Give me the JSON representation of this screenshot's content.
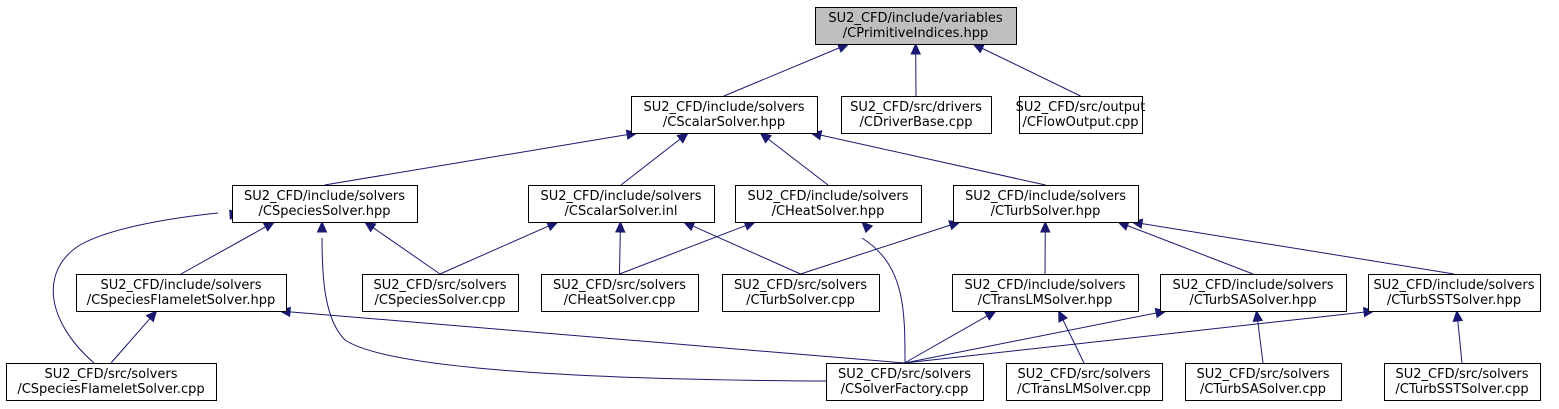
{
  "colors": {
    "edge": "#191970",
    "root_fill": "#bfbfbf",
    "node_fill": "#ffffff",
    "node_border": "#000000"
  },
  "nodes": [
    {
      "id": "n0",
      "root": true,
      "lines": [
        "SU2_CFD/include/variables",
        "/CPrimitiveIndices.hpp"
      ]
    },
    {
      "id": "n1",
      "lines": [
        "SU2_CFD/include/solvers",
        "/CScalarSolver.hpp"
      ]
    },
    {
      "id": "n2",
      "lines": [
        "SU2_CFD/src/drivers",
        "/CDriverBase.cpp"
      ]
    },
    {
      "id": "n3",
      "lines": [
        "SU2_CFD/src/output",
        "/CFlowOutput.cpp"
      ]
    },
    {
      "id": "n4",
      "lines": [
        "SU2_CFD/include/solvers",
        "/CSpeciesSolver.hpp"
      ]
    },
    {
      "id": "n5",
      "lines": [
        "SU2_CFD/include/solvers",
        "/CScalarSolver.inl"
      ]
    },
    {
      "id": "n6",
      "lines": [
        "SU2_CFD/include/solvers",
        "/CHeatSolver.hpp"
      ]
    },
    {
      "id": "n7",
      "lines": [
        "SU2_CFD/include/solvers",
        "/CTurbSolver.hpp"
      ]
    },
    {
      "id": "n8",
      "lines": [
        "SU2_CFD/include/solvers",
        "/CSpeciesFlameletSolver.hpp"
      ]
    },
    {
      "id": "n9",
      "lines": [
        "SU2_CFD/src/solvers",
        "/CSpeciesSolver.cpp"
      ]
    },
    {
      "id": "n10",
      "lines": [
        "SU2_CFD/src/solvers",
        "/CHeatSolver.cpp"
      ]
    },
    {
      "id": "n11",
      "lines": [
        "SU2_CFD/src/solvers",
        "/CTurbSolver.cpp"
      ]
    },
    {
      "id": "n12",
      "lines": [
        "SU2_CFD/include/solvers",
        "/CTransLMSolver.hpp"
      ]
    },
    {
      "id": "n13",
      "lines": [
        "SU2_CFD/include/solvers",
        "/CTurbSASolver.hpp"
      ]
    },
    {
      "id": "n14",
      "lines": [
        "SU2_CFD/include/solvers",
        "/CTurbSSTSolver.hpp"
      ]
    },
    {
      "id": "n15",
      "lines": [
        "SU2_CFD/src/solvers",
        "/CSpeciesFlameletSolver.cpp"
      ]
    },
    {
      "id": "n16",
      "lines": [
        "SU2_CFD/src/solvers",
        "/CSolverFactory.cpp"
      ]
    },
    {
      "id": "n17",
      "lines": [
        "SU2_CFD/src/solvers",
        "/CTransLMSolver.cpp"
      ]
    },
    {
      "id": "n18",
      "lines": [
        "SU2_CFD/src/solvers",
        "/CTurbSASolver.cpp"
      ]
    },
    {
      "id": "n19",
      "lines": [
        "SU2_CFD/src/solvers",
        "/CTurbSSTSolver.cpp"
      ]
    }
  ],
  "edges": [
    {
      "from": "n0",
      "to": "n1"
    },
    {
      "from": "n0",
      "to": "n2"
    },
    {
      "from": "n0",
      "to": "n3"
    },
    {
      "from": "n1",
      "to": "n4"
    },
    {
      "from": "n1",
      "to": "n5"
    },
    {
      "from": "n1",
      "to": "n6"
    },
    {
      "from": "n1",
      "to": "n7"
    },
    {
      "from": "n4",
      "to": "n8"
    },
    {
      "from": "n4",
      "to": "n9"
    },
    {
      "from": "n4",
      "to": "n15"
    },
    {
      "from": "n4",
      "to": "n16"
    },
    {
      "from": "n5",
      "to": "n9"
    },
    {
      "from": "n5",
      "to": "n10"
    },
    {
      "from": "n5",
      "to": "n11"
    },
    {
      "from": "n6",
      "to": "n10"
    },
    {
      "from": "n6",
      "to": "n16"
    },
    {
      "from": "n7",
      "to": "n11"
    },
    {
      "from": "n7",
      "to": "n12"
    },
    {
      "from": "n7",
      "to": "n13"
    },
    {
      "from": "n7",
      "to": "n14"
    },
    {
      "from": "n8",
      "to": "n15"
    },
    {
      "from": "n8",
      "to": "n16"
    },
    {
      "from": "n12",
      "to": "n16"
    },
    {
      "from": "n12",
      "to": "n17"
    },
    {
      "from": "n13",
      "to": "n16"
    },
    {
      "from": "n13",
      "to": "n18"
    },
    {
      "from": "n14",
      "to": "n16"
    },
    {
      "from": "n14",
      "to": "n19"
    }
  ]
}
